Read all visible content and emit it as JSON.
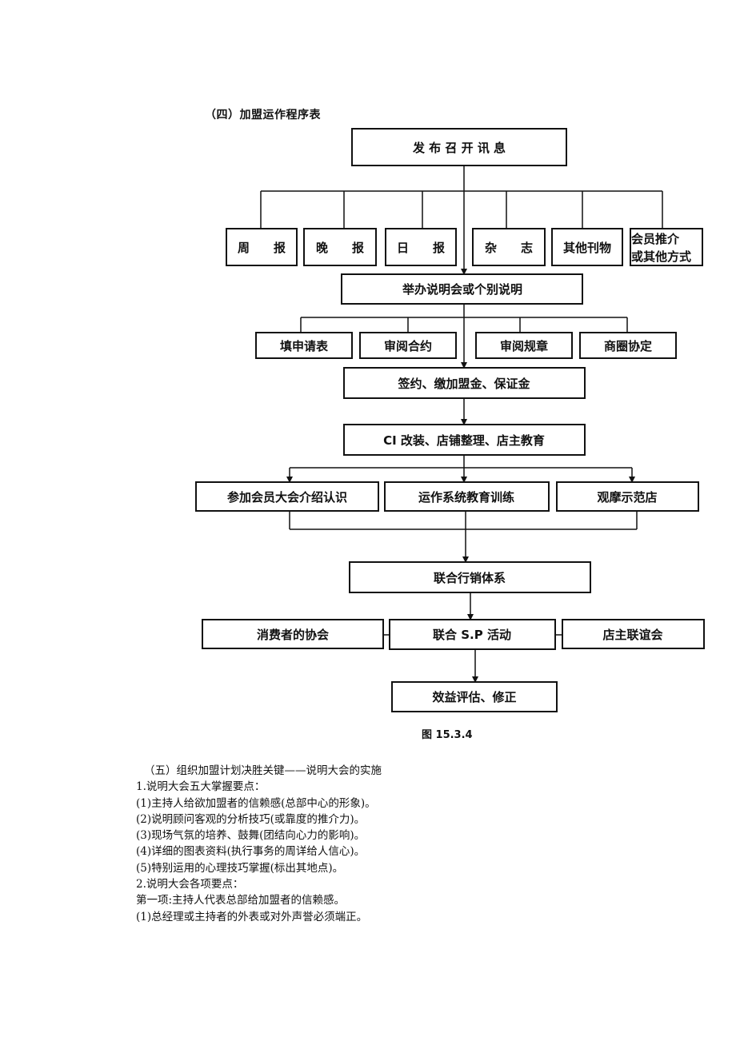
{
  "diagram": {
    "title": "（四）加盟运作程序表",
    "nodes": {
      "publish": "发 布 召 开 讯 息",
      "weekly": "周　　报",
      "evening": "晚　　报",
      "daily": "日　　报",
      "magazine": "杂　　志",
      "other_pub": "其他刊物",
      "member_line1": "会员推介",
      "member_line2": "或其他方式",
      "briefing": "举办说明会或个别说明",
      "fill_form": "填申请表",
      "review_contract": "审阅合约",
      "review_rules": "审阅规章",
      "negotiate": "商圈协定",
      "sign": "签约、缴加盟金、保证金",
      "ci": "CI 改装、店铺整理、店主教育",
      "member_conf": "参加会员大会介绍认识",
      "training": "运作系统教育训练",
      "visit_store": "观摩示范店",
      "joint_marketing": "联合行销体系",
      "consumer_assoc": "消费者的协会",
      "joint_sp": "联合 S.P 活动",
      "owner_club": "店主联谊会",
      "evaluate": "效益评估、修正"
    },
    "caption": "图 15.3.4"
  },
  "body": {
    "lines": [
      "（五）组织加盟计划决胜关键——说明大会的实施",
      "1.说明大会五大掌握要点：",
      "(1)主持人给欲加盟者的信赖感(总部中心的形象)。",
      "(2)说明顾问客观的分析技巧(或靠度的推介力)。",
      "(3)现场气氛的培养、鼓舞(团结向心力的影响)。",
      "(4)详细的图表资料(执行事务的周详给人信心)。",
      "(5)特别运用的心理技巧掌握(标出其地点)。",
      "2.说明大会各项要点：",
      "第一项:主持人代表总部给加盟者的信赖感。",
      "(1)总经理或主持者的外表或对外声誉必须端正。"
    ]
  }
}
